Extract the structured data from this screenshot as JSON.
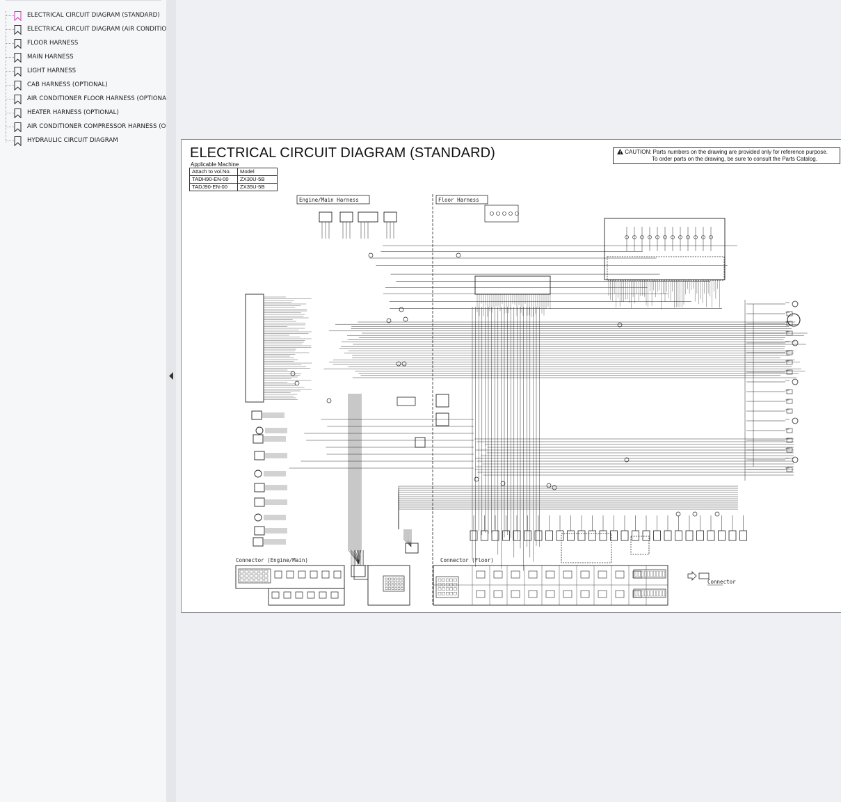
{
  "sidebar": {
    "bookmarks": [
      {
        "label": "ELECTRICAL CIRCUIT DIAGRAM (STANDARD)",
        "active": true
      },
      {
        "label": "ELECTRICAL CIRCUIT DIAGRAM (AIR CONDITIONEF",
        "active": false
      },
      {
        "label": "FLOOR HARNESS",
        "active": false
      },
      {
        "label": "MAIN HARNESS",
        "active": false
      },
      {
        "label": "LIGHT HARNESS",
        "active": false
      },
      {
        "label": "CAB HARNESS (OPTIONAL)",
        "active": false
      },
      {
        "label": "AIR CONDITIONER FLOOR HARNESS (OPTIONAL)",
        "active": false
      },
      {
        "label": "HEATER HARNESS (OPTIONAL)",
        "active": false
      },
      {
        "label": "AIR CONDITIONER COMPRESSOR HARNESS (OPTI",
        "active": false
      },
      {
        "label": "HYDRAULIC CIRCUIT DIAGRAM",
        "active": false
      }
    ]
  },
  "document": {
    "title": "ELECTRICAL CIRCUIT DIAGRAM (STANDARD)",
    "caution_line1": "CAUTION: Parts numbers on the drawing are provided only for reference purpose.",
    "caution_line2": "To order parts on the drawing, be sure to consult the Parts Catalog.",
    "applicable_label": "Applicable Machine",
    "table": {
      "headers": [
        "Attach to vol.No.",
        "Model"
      ],
      "rows": [
        [
          "TADH90-EN-00",
          "ZX30U-5B"
        ],
        [
          "TADJ90-EN-00",
          "ZX35U-5B"
        ]
      ]
    },
    "sections": {
      "engine_main": "Engine/Main Harness",
      "floor": "Floor Harness",
      "connector_engine": "Connector (Engine/Main)",
      "connector_floor": "Connector (Floor)",
      "connector_legend": "Connector"
    }
  },
  "colors": {
    "accent_bookmark": "#c23fb4",
    "line": "#222222"
  }
}
